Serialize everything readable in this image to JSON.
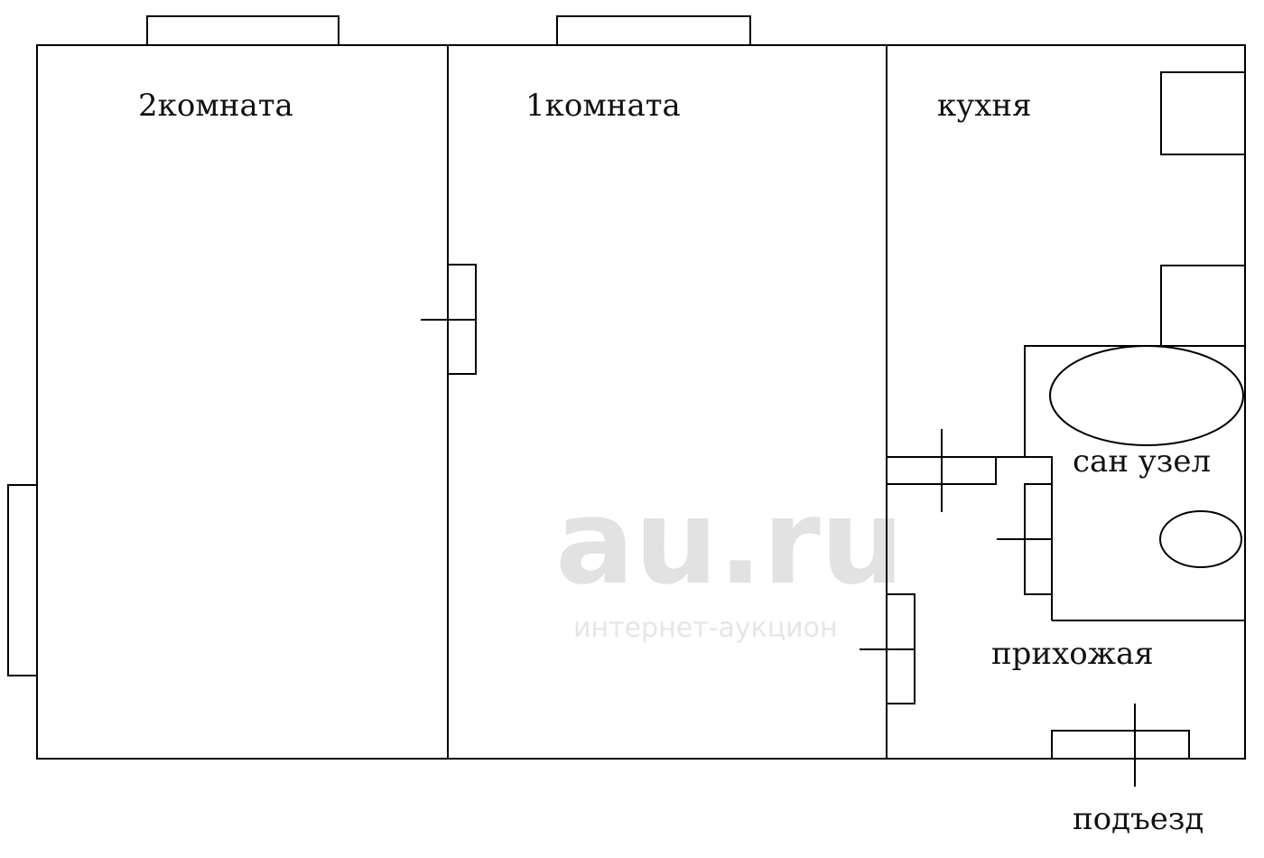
{
  "rooms": {
    "room2": "2комната",
    "room1": "1комната",
    "kitchen": "кухня",
    "bathroom": "сан узел",
    "hallway": "прихожая",
    "entrance": "подъезд"
  },
  "watermark": {
    "logo": "au.ru",
    "tagline": "интернет-аукцион"
  }
}
